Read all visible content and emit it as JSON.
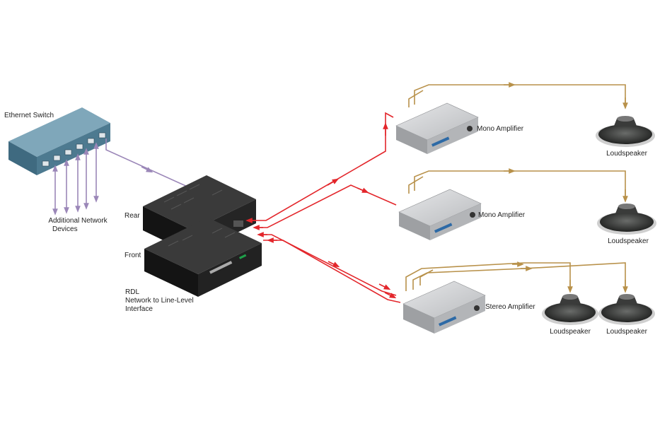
{
  "labels": {
    "ethernet_switch": "Ethernet Switch",
    "additional_devices_line1": "Additional Network",
    "additional_devices_line2": "Devices",
    "rear": "Rear",
    "front": "Front",
    "rdl_line1": "RDL",
    "rdl_line2": "Network to Line-Level",
    "rdl_line3": "Interface",
    "amp1": "Mono Amplifier",
    "amp2": "Mono Amplifier",
    "amp3": "Stereo Amplifier",
    "speaker1": "Loudspeaker",
    "speaker2": "Loudspeaker",
    "speaker3": "Loudspeaker",
    "speaker4": "Loudspeaker"
  },
  "colors": {
    "network_line": "#9b87b8",
    "audio_line": "#e3262b",
    "speaker_line": "#b8914a",
    "switch_body": "#4d7a90",
    "amp_body": "#c9cacc",
    "interface_body": "#1e1e1e"
  }
}
